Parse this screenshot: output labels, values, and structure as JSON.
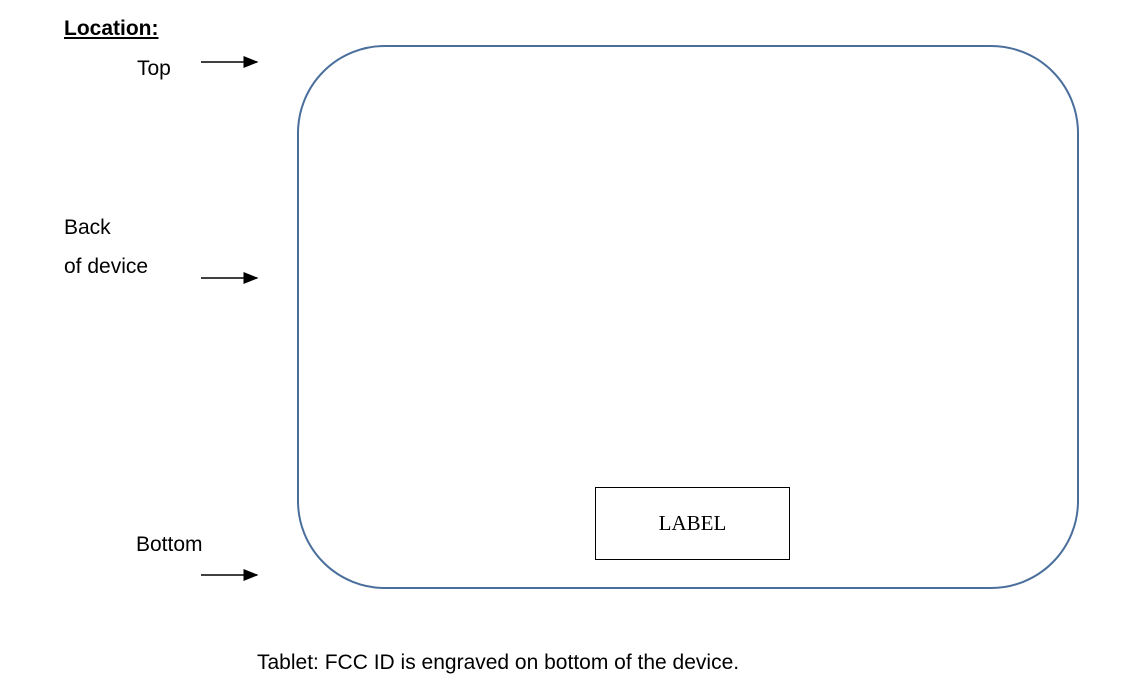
{
  "heading": "Location:",
  "labels": {
    "top": "Top",
    "back_line1": "Back",
    "back_line2": "of device",
    "bottom": "Bottom"
  },
  "label_box": "LABEL",
  "caption": "Tablet: FCC ID is engraved on bottom of the device.",
  "colors": {
    "device_outline": "#4a6f9c"
  }
}
